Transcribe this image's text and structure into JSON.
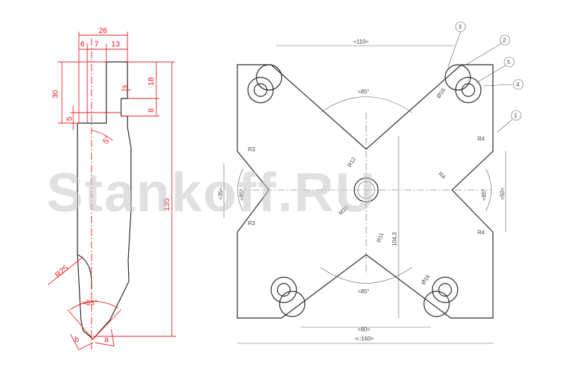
{
  "left_drawing": {
    "dims": {
      "d26": "26",
      "d6": "6",
      "d7": "7",
      "d13": "13",
      "d30": "30",
      "d5": "5",
      "d3": "3",
      "d18": "18",
      "d8": "8",
      "d135": "135",
      "dR25": "R25",
      "dAng5": "5°",
      "dAng85": "≈85°",
      "dB": "b",
      "dA": "a"
    }
  },
  "right_drawing": {
    "dims": {
      "d110": "≈110≈",
      "d80": "≈80≈",
      "d160": "≈□160≈",
      "aTop": "≈85°",
      "aBottom": "≈85°",
      "aLeft": "≈85°",
      "aRight": "≈85°",
      "d35": "≈35≈",
      "d50": "≈50≈",
      "d104": "104,3",
      "R3a": "R3",
      "R3b": "R3",
      "R4a": "R4",
      "R4b": "R4",
      "R4c": "R4",
      "R12": "R12",
      "R11": "R11",
      "M16": "M16",
      "D16a": "Ø16",
      "D16b": "Ø16"
    },
    "callouts": [
      "3",
      "2",
      "5",
      "4",
      "1"
    ]
  },
  "watermark": "Stankoff.RU"
}
